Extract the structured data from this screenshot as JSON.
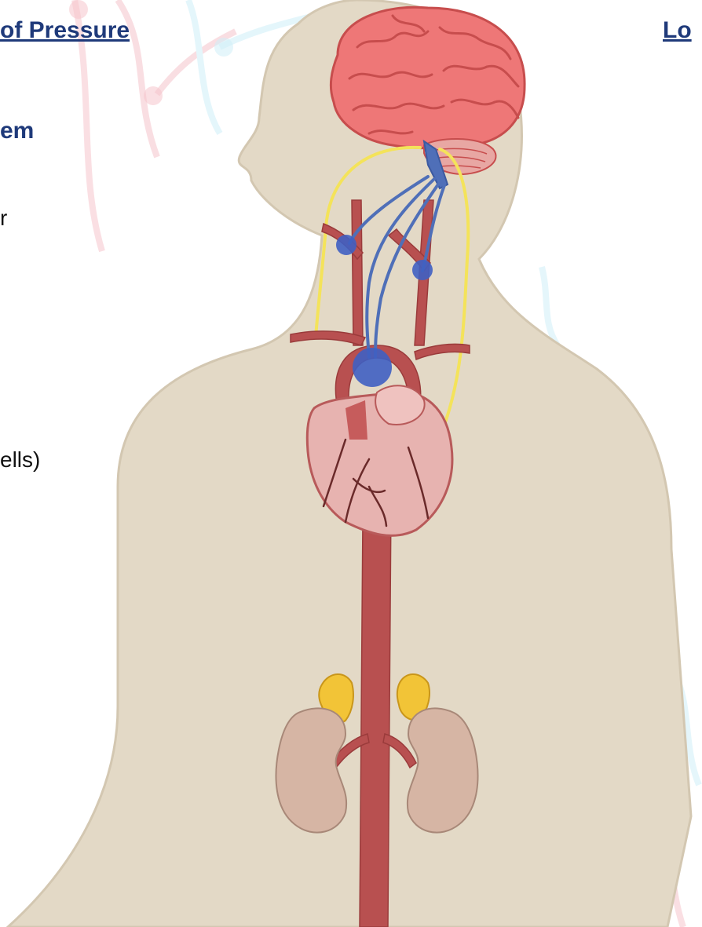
{
  "slide": {
    "heading_left": "of Pressure",
    "heading_right": "Lo",
    "subheading": "em",
    "text_fragment_1": "r",
    "text_fragment_2": "ells)"
  },
  "colors": {
    "skin": "#e3d9c6",
    "skin_shadow": "#d3c7b1",
    "artery": "#b85050",
    "artery_dark": "#9a3b3b",
    "nerve_blue": "#4f6fb8",
    "receptor_blue": "#3f5fc2",
    "nerve_yellow": "#f4e35a",
    "brain": "#ee7777",
    "brain_dark": "#c74d4d",
    "cerebellum": "#e8a7a3",
    "heart": "#e7b3b0",
    "heart_dark": "#b85a5a",
    "kidney": "#d6b5a4",
    "adrenal": "#f2c437",
    "heading_text": "#1f3a7a",
    "bg_decor_pink": "#f5c4cc",
    "bg_decor_cyan": "#cfeff8"
  },
  "icons": {
    "brain": "brain-icon",
    "heart": "heart-icon",
    "kidney": "kidney-icon",
    "adrenal": "adrenal-gland-icon"
  }
}
